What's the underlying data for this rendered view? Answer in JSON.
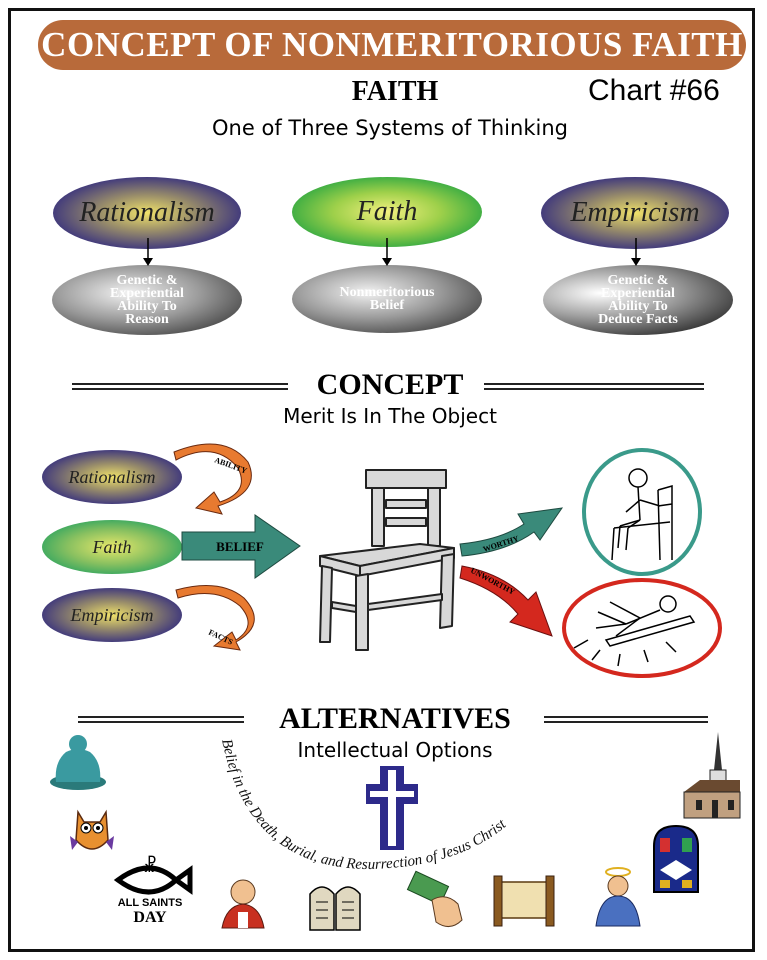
{
  "banner": "CONCEPT OF NONMERITORIOUS FAITH",
  "heading": "FAITH",
  "chart_number": "Chart #66",
  "subtitle": "One of Three Systems of Thinking",
  "systems": [
    {
      "name": "Rationalism",
      "description": "Genetic &\nExperiential\nAbility To\nReason"
    },
    {
      "name": "Faith",
      "description": "Nonmeritorious\nBelief"
    },
    {
      "name": "Empiricism",
      "description": "Genetic &\nExperiential\nAbility To\nDeduce Facts"
    }
  ],
  "concept": {
    "title": "CONCEPT",
    "subtitle": "Merit Is In The Object",
    "left": [
      "Rationalism",
      "Faith",
      "Empiricism"
    ],
    "arrow_ability": "ABILITY",
    "arrow_belief": "BELIEF",
    "arrow_facts": "FACTS",
    "arrow_worthy": "WORTHY",
    "arrow_unworthy": "UNWORTHY"
  },
  "alternatives": {
    "title": "ALTERNATIVES",
    "subtitle": "Intellectual Options",
    "arc_text": "Belief in the Death, Burial, and Resurrection of Jesus Christ",
    "all_saints_day": [
      "ALL SAINTS",
      "DAY"
    ]
  },
  "colors": {
    "banner": "#b86a3a",
    "teal_arrow": "#3a8a7a",
    "orange_arrow": "#e87a30",
    "red_arrow": "#d4281e",
    "cross": "#2d2a8a"
  }
}
